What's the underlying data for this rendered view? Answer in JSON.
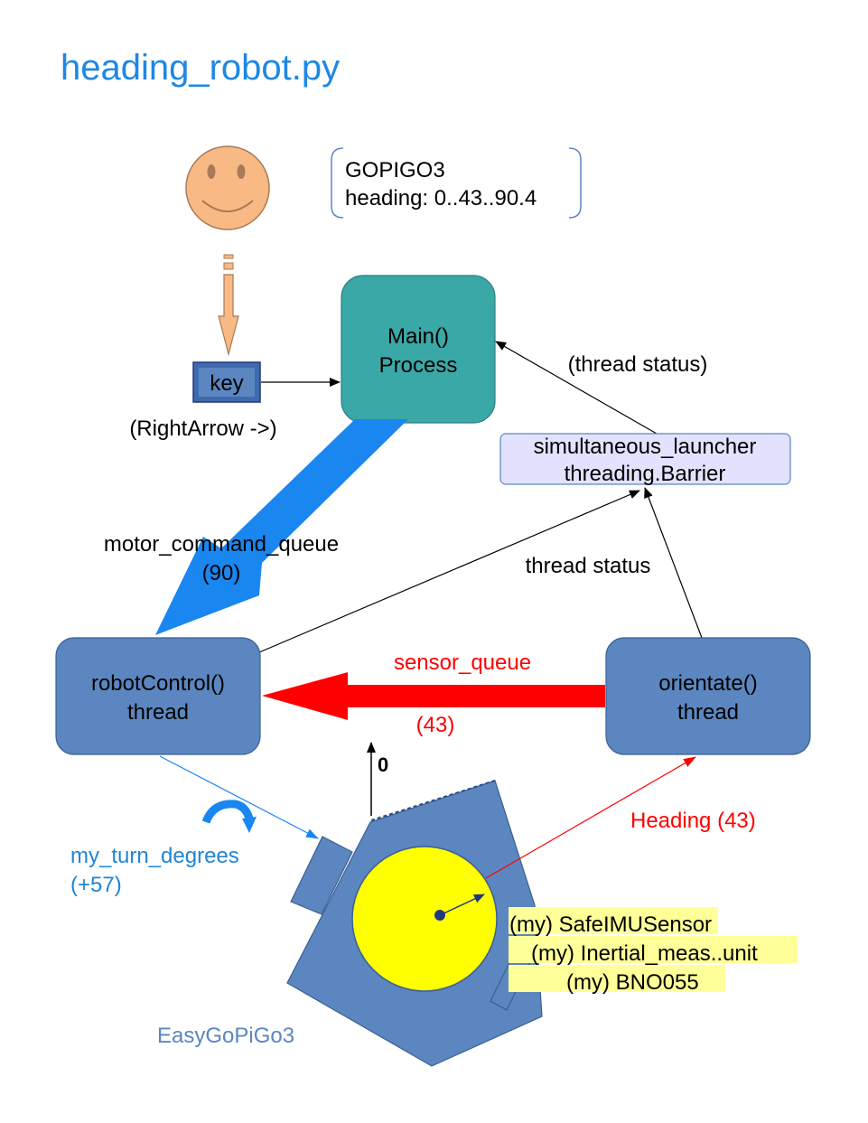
{
  "title": "heading_robot.py",
  "colors": {
    "title": "#1e88e5",
    "box_blue": "#5b86c0",
    "box_teal": "#3aa8a6",
    "barrier_fill": "#e2e2ff",
    "queue_blue": "#1a86f0",
    "sensor_red": "#ff0000",
    "robot_body": "#5b86c0",
    "sensor_yellow": "#ffff00",
    "smiley": "#f8b985",
    "label_highlight": "#ffff99",
    "easygopigo": "#5b86c0",
    "turn_text": "#2185d5"
  },
  "status_note": {
    "line1": "GOPIGO3",
    "line2": "heading: 0..43..90.4"
  },
  "key": {
    "label": "key",
    "caption": "(RightArrow ->)"
  },
  "main": {
    "line1": "Main()",
    "line2": "Process"
  },
  "thread_status_main": "(thread status)",
  "barrier": {
    "line1": "simultaneous_launcher",
    "line2": "threading.Barrier"
  },
  "motor_queue": {
    "label": "motor_command_queue",
    "value": "(90)"
  },
  "thread_status": "thread status",
  "robot_control": {
    "line1": "robotControl()",
    "line2": "thread"
  },
  "orientate": {
    "line1": "orientate()",
    "line2": "thread"
  },
  "sensor_queue": {
    "label": "sensor_queue",
    "value": "(43)"
  },
  "zero_heading": "0",
  "heading_label": "Heading (43)",
  "turn": {
    "label": "my_turn_degrees",
    "value": "(+57)"
  },
  "sensor_labels": [
    "(my) SafeIMUSensor",
    "(my) Inertial_meas..unit",
    "(my) BNO055"
  ],
  "robot_name": "EasyGoPiGo3",
  "icons": [
    "smiley-face-icon",
    "rotate-clockwise-icon"
  ]
}
